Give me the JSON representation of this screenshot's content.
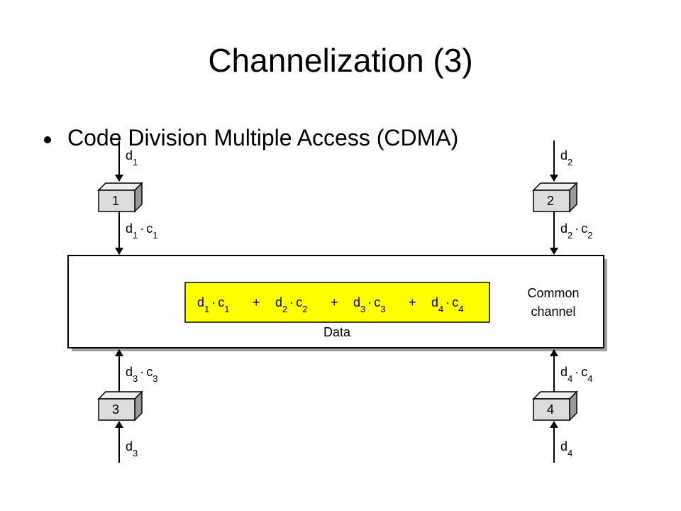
{
  "slide": {
    "title": "Channelization (3)",
    "bullet": "Code Division Multiple Access (CDMA)"
  },
  "diagram": {
    "stations": [
      {
        "id": "1",
        "input": {
          "d": "d",
          "ds": "1"
        },
        "output": {
          "d": "d",
          "ds": "1",
          "c": "c",
          "cs": "1"
        }
      },
      {
        "id": "2",
        "input": {
          "d": "d",
          "ds": "2"
        },
        "output": {
          "d": "d",
          "ds": "2",
          "c": "c",
          "cs": "2"
        }
      },
      {
        "id": "3",
        "input": {
          "d": "d",
          "ds": "3"
        },
        "output": {
          "d": "d",
          "ds": "3",
          "c": "c",
          "cs": "3"
        }
      },
      {
        "id": "4",
        "input": {
          "d": "d",
          "ds": "4"
        },
        "output": {
          "d": "d",
          "ds": "4",
          "c": "c",
          "cs": "4"
        }
      }
    ],
    "dot": "·",
    "plus": "+",
    "data_label": "Data",
    "channel_label": {
      "line1": "Common",
      "line2": "channel"
    },
    "colors": {
      "data_fill": "#ffff00",
      "box_fill": "#dcdcdc",
      "channel_fill": "#ffffff",
      "shadow": "#a0a0a0"
    }
  }
}
